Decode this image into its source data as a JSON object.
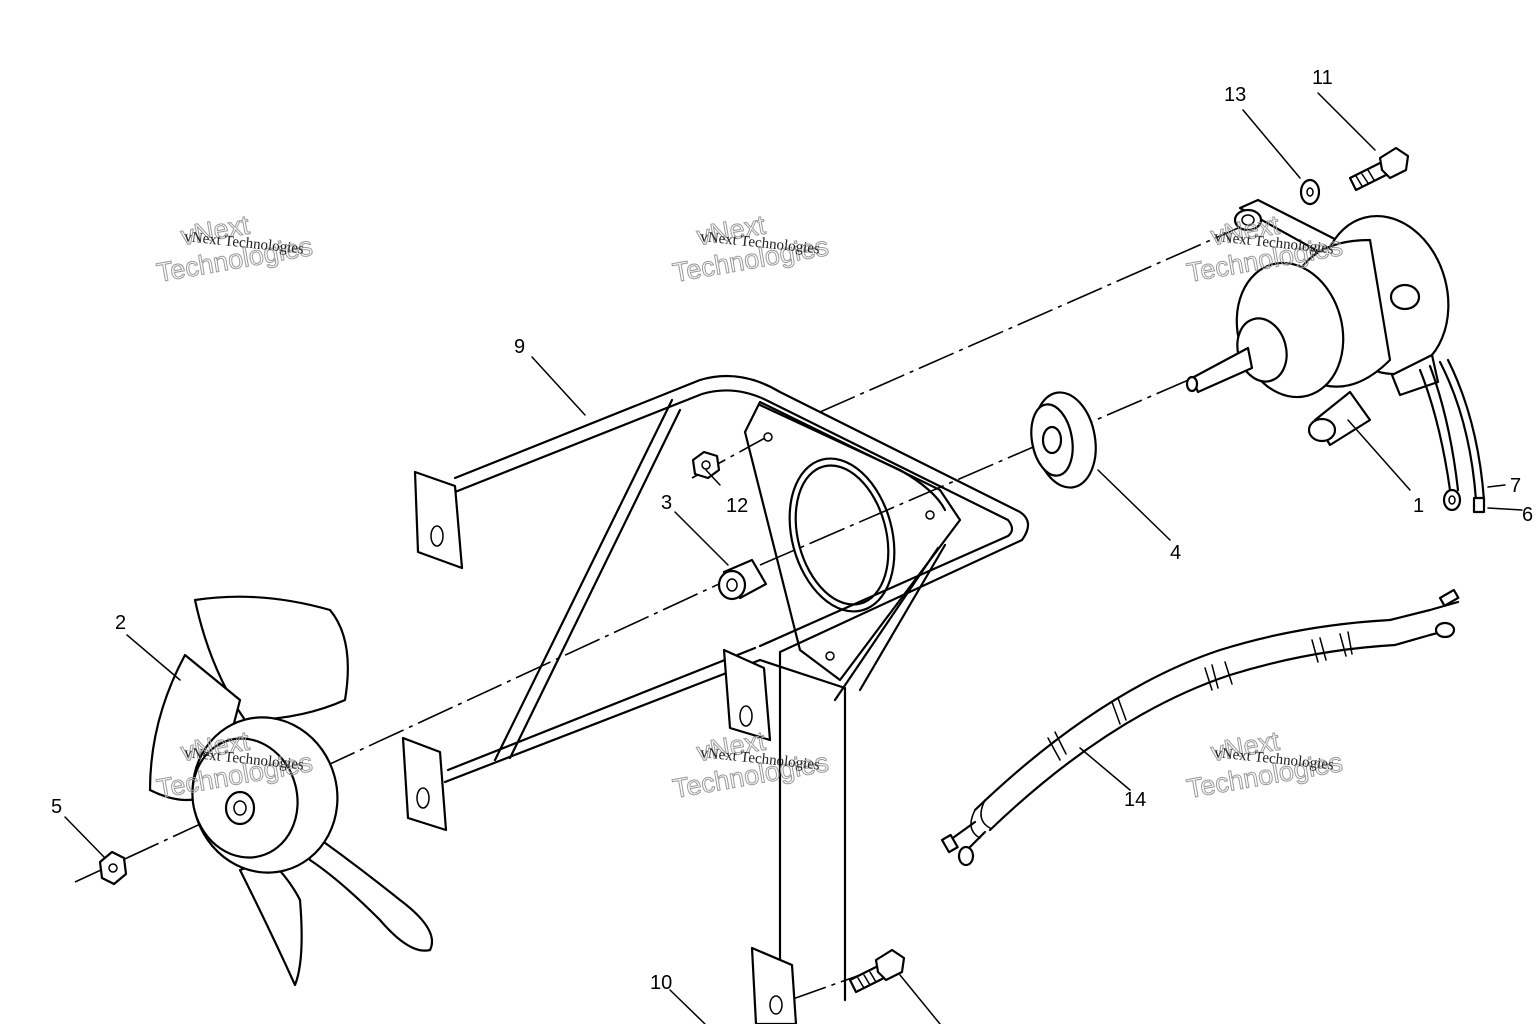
{
  "diagram": {
    "callouts": {
      "c1": "1",
      "c2": "2",
      "c3": "3",
      "c4": "4",
      "c5": "5",
      "c6": "6",
      "c7": "7",
      "c9": "9",
      "c10": "10",
      "c11": "11",
      "c12": "12",
      "c13": "13",
      "c14": "14"
    },
    "watermark": {
      "line1": "vNext Technologies",
      "big1": "vNext",
      "big2": "Technologies"
    }
  }
}
